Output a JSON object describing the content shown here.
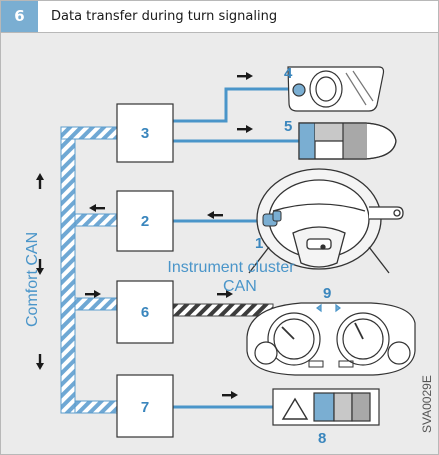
{
  "figure": {
    "number": "6",
    "title": "Data transfer during turn signaling",
    "code": "SVA0029E"
  },
  "labels": {
    "comfort_can": "Comfort CAN",
    "instrument_cluster_line1": "Instrument cluster",
    "instrument_cluster_line2": "CAN"
  },
  "ecu_boxes": [
    {
      "id": "3",
      "label": "3"
    },
    {
      "id": "2",
      "label": "2"
    },
    {
      "id": "6",
      "label": "6"
    },
    {
      "id": "7",
      "label": "7"
    }
  ],
  "component_numbers": {
    "exterior_mirror": "4",
    "rear_light": "5",
    "steering_column_switch": "1",
    "instrument_cluster": "9",
    "hazard_switch": "8"
  },
  "colors": {
    "accent": "#7aaed2",
    "line_blue": "#4a95c9",
    "number_blue": "#3a86bd",
    "background": "#ebebeb"
  }
}
